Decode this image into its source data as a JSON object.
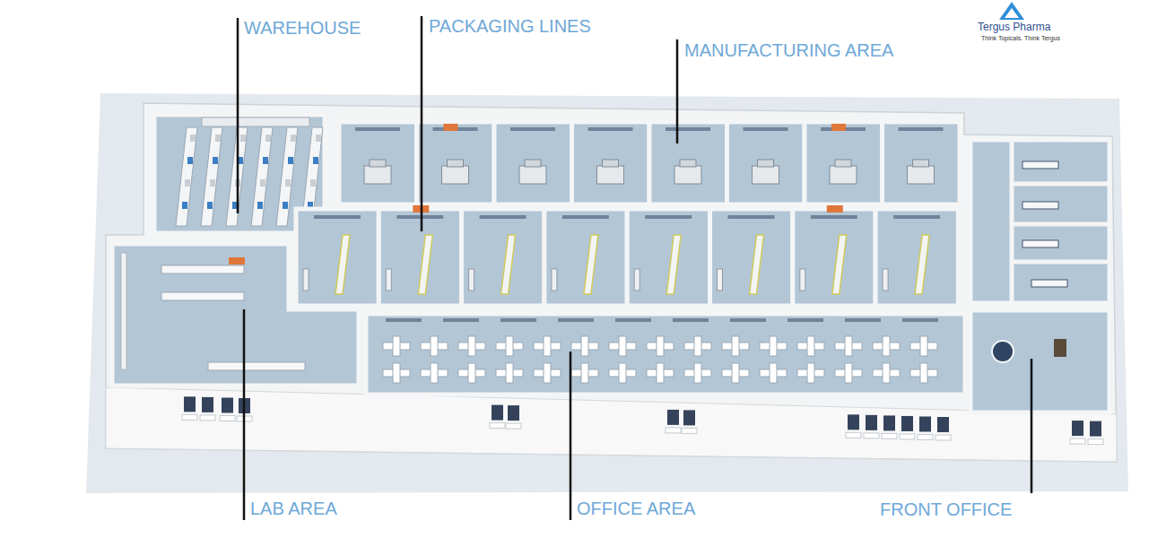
{
  "diagram": {
    "labels": [
      "WAREHOUSE",
      "PACKAGING LINES",
      "MANUFACTURING AREA",
      "LAB AREA",
      "OFFICE AREA",
      "FRONT OFFICE",
      "Tergus Pharma",
      "Think Topicals. Think Tergus"
    ]
  }
}
